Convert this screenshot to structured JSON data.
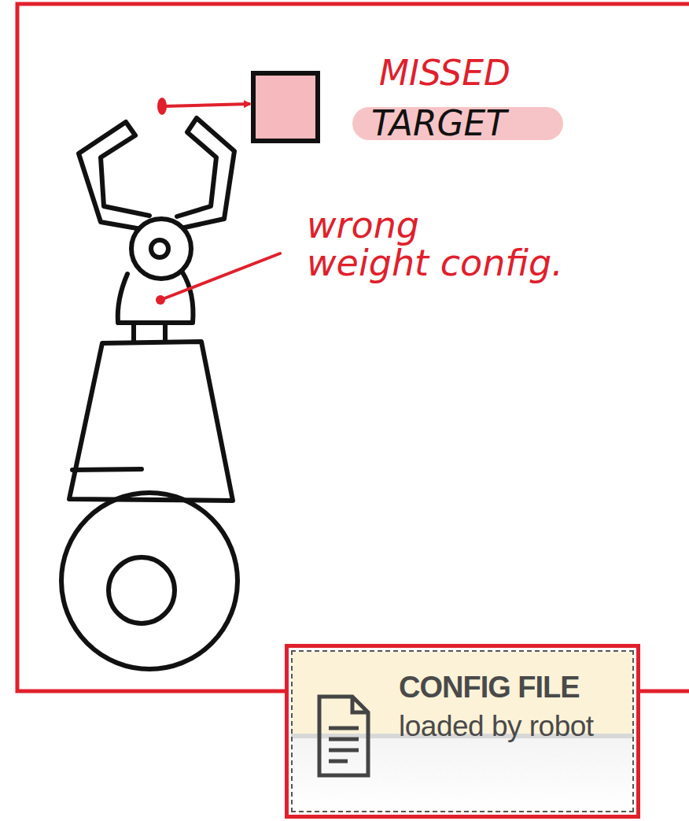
{
  "diagram": {
    "nodes": [
      {
        "text": [
          "CONFIG FILE",
          "loaded by robot"
        ]
      }
    ],
    "labels": [
      "MISSED",
      "TARGET",
      "wrong weight config."
    ]
  }
}
